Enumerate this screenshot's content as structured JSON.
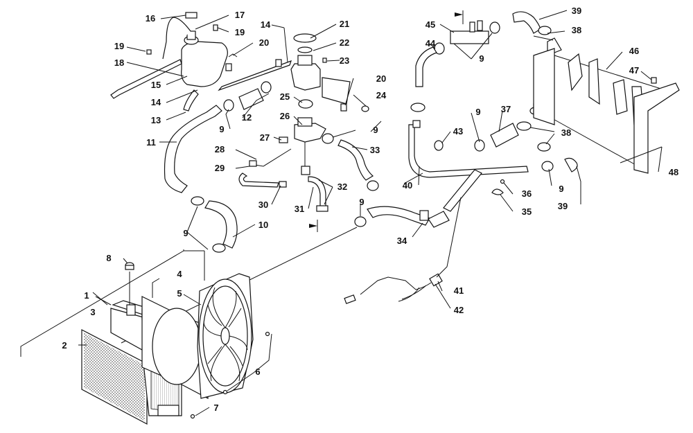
{
  "diagram": {
    "callouts": [
      {
        "label": "1"
      },
      {
        "label": "2"
      },
      {
        "label": "3"
      },
      {
        "label": "4"
      },
      {
        "label": "5"
      },
      {
        "label": "6"
      },
      {
        "label": "7"
      },
      {
        "label": "8"
      },
      {
        "label": "9"
      },
      {
        "label": "10"
      },
      {
        "label": "11"
      },
      {
        "label": "12"
      },
      {
        "label": "13"
      },
      {
        "label": "14"
      },
      {
        "label": "15"
      },
      {
        "label": "16"
      },
      {
        "label": "17"
      },
      {
        "label": "18"
      },
      {
        "label": "19"
      },
      {
        "label": "20"
      },
      {
        "label": "21"
      },
      {
        "label": "22"
      },
      {
        "label": "23"
      },
      {
        "label": "24"
      },
      {
        "label": "25"
      },
      {
        "label": "26"
      },
      {
        "label": "27"
      },
      {
        "label": "28"
      },
      {
        "label": "29"
      },
      {
        "label": "30"
      },
      {
        "label": "31"
      },
      {
        "label": "32"
      },
      {
        "label": "33"
      },
      {
        "label": "34"
      },
      {
        "label": "35"
      },
      {
        "label": "36"
      },
      {
        "label": "37"
      },
      {
        "label": "38"
      },
      {
        "label": "39"
      },
      {
        "label": "40"
      },
      {
        "label": "41"
      },
      {
        "label": "42"
      },
      {
        "label": "43"
      },
      {
        "label": "44"
      },
      {
        "label": "45"
      },
      {
        "label": "46"
      },
      {
        "label": "47"
      },
      {
        "label": "48"
      }
    ]
  }
}
